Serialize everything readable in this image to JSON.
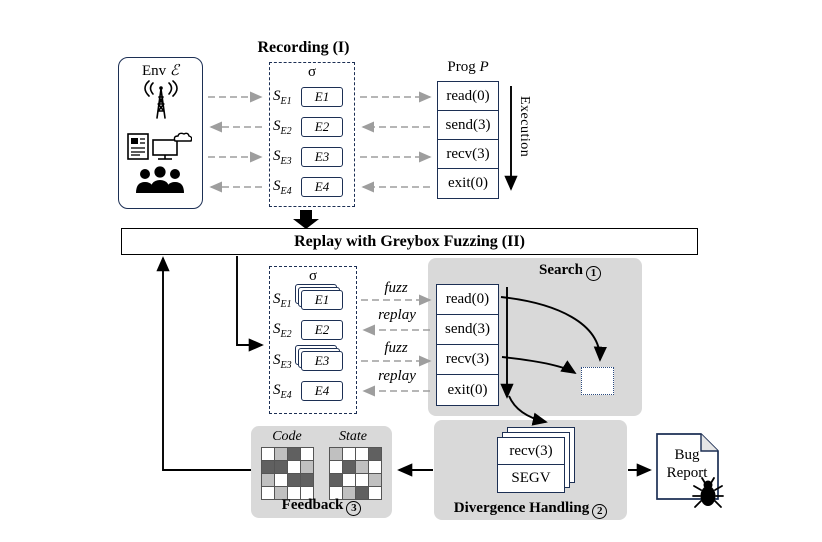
{
  "colors": {
    "panel_gray": "#d9d9d9",
    "navy": "#1c2f54",
    "arrow_gray": "#9e9e9e"
  },
  "recording": {
    "title": "Recording (I)",
    "env": {
      "label": "Env",
      "symbol": "ℰ",
      "icons": [
        "radio-tower-icon",
        "document-icon",
        "cloud-monitor-icon",
        "people-group-icon"
      ]
    },
    "trace_symbol": "σ",
    "events": [
      {
        "s": "S",
        "sub": "E1",
        "e": "E1"
      },
      {
        "s": "S",
        "sub": "E2",
        "e": "E2"
      },
      {
        "s": "S",
        "sub": "E3",
        "e": "E3"
      },
      {
        "s": "S",
        "sub": "E4",
        "e": "E4"
      }
    ],
    "prog": {
      "label": "Prog",
      "symbol": "P",
      "rows": [
        "read(0)",
        "send(3)",
        "recv(3)",
        "exit(0)"
      ]
    },
    "execution_label": "Execution"
  },
  "replay_bar": {
    "title": "Replay with Greybox Fuzzing (II)"
  },
  "fuzzing": {
    "trace_symbol": "σ",
    "events": [
      {
        "s": "S",
        "sub": "E1",
        "e": "E1"
      },
      {
        "s": "S",
        "sub": "E2",
        "e": "E2"
      },
      {
        "s": "S",
        "sub": "E3",
        "e": "E3"
      },
      {
        "s": "S",
        "sub": "E4",
        "e": "E4"
      }
    ],
    "arrow_labels": [
      "fuzz",
      "replay",
      "fuzz",
      "replay"
    ],
    "search": {
      "title": "Search",
      "step": "1",
      "rows": [
        "read(0)",
        "send(3)",
        "recv(3)",
        "exit(0)"
      ]
    },
    "divergence": {
      "title": "Divergence Handling",
      "step": "2",
      "card_rows": [
        "recv(3)",
        "SEGV"
      ]
    },
    "feedback": {
      "title": "Feedback",
      "step": "3",
      "grids": [
        {
          "label": "Code",
          "cells": [
            [
              0,
              1,
              2,
              0
            ],
            [
              2,
              2,
              0,
              1
            ],
            [
              1,
              0,
              2,
              2
            ],
            [
              0,
              1,
              0,
              0
            ]
          ]
        },
        {
          "label": "State",
          "cells": [
            [
              1,
              0,
              0,
              2
            ],
            [
              0,
              2,
              1,
              0
            ],
            [
              2,
              0,
              0,
              1
            ],
            [
              0,
              1,
              2,
              0
            ]
          ]
        }
      ]
    },
    "bug_report": {
      "line1": "Bug",
      "line2": "Report",
      "icon": "bug-icon"
    }
  }
}
